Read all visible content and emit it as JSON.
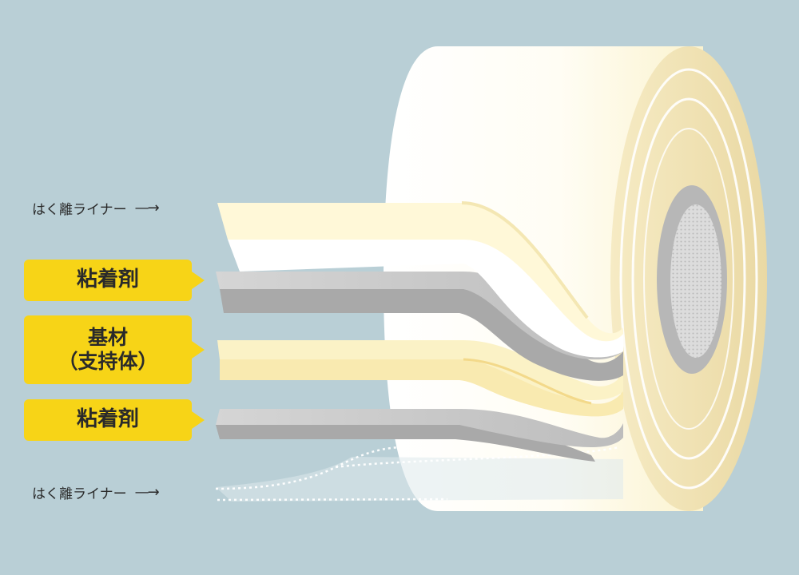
{
  "labels": {
    "liner_top": "はく離ライナー",
    "adhesive_top": "粘着剤",
    "substrate_line1": "基材",
    "substrate_line2": "（支持体）",
    "adhesive_bottom": "粘着剤",
    "liner_bottom": "はく離ライナー",
    "arrow": "—→"
  },
  "colors": {
    "background": "#b9cfd6",
    "tag_yellow": "#f7d417",
    "adhesive_gray": "#c4c4c4",
    "substrate_cream": "#fbf2c6",
    "liner_white": "#ffffff",
    "roll_rim": "#efe0b0"
  }
}
